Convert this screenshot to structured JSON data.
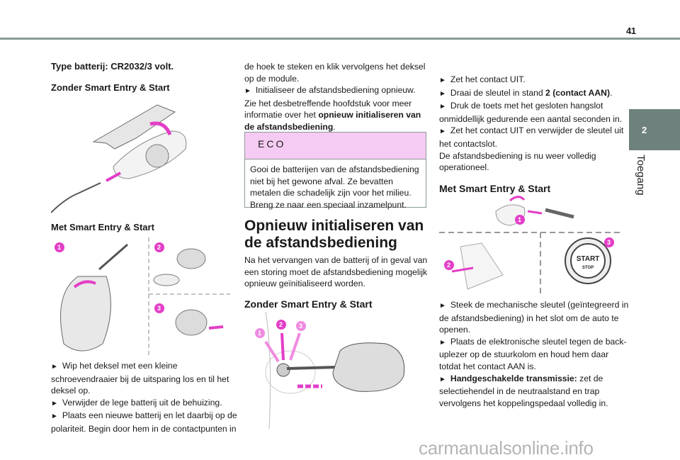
{
  "header": {
    "page_number": "41"
  },
  "side_tab": {
    "chapter_number": "2",
    "chapter_label": "Toegang"
  },
  "col1": {
    "battery_type": "Type batterij: CR2032/3 volt.",
    "heading_without": "Zonder Smart Entry & Start",
    "heading_with": "Met Smart Entry & Start",
    "steps": [
      "Wip het deksel met een kleine schroevendraaier bij de uitsparing los en til het deksel op.",
      "Verwijder de lege batterij uit de behuizing.",
      "Plaats een nieuwe batterij en let daarbij op de polariteit. Begin door hem in de contactpunten in"
    ],
    "figure_badges": [
      "1",
      "2",
      "3"
    ]
  },
  "col2": {
    "continued_text": "de hoek te steken en klik vervolgens het deksel op de module.",
    "step_reinit": "Initialiseer de afstandsbediening opnieuw.",
    "ref_text_pre": "Zie het desbetreffende hoofdstuk voor meer informatie over het ",
    "ref_text_bold": "opnieuw initialiseren van de afstandsbediening",
    "ref_text_post": ".",
    "eco": {
      "title": "ECO",
      "body": "Gooi de batterijen van de afstandsbediening niet bij het gewone afval. Ze bevatten metalen die schadelijk zijn voor het milieu. Breng ze naar een speciaal inzamelpunt."
    },
    "section_title": "Opnieuw initialiseren van de afstandsbediening",
    "section_intro": "Na het vervangen van de batterij of in geval van een storing moet de afstandsbediening mogelijk opnieuw geïnitialiseerd worden.",
    "subheading": "Zonder Smart Entry & Start",
    "figure_badges": [
      "1",
      "2",
      "3"
    ]
  },
  "col3": {
    "steps": [
      {
        "pre": "Zet het contact UIT.",
        "bold": "",
        "post": ""
      },
      {
        "pre": "Draai de sleutel in stand ",
        "bold": "2 (contact AAN)",
        "post": "."
      },
      {
        "pre": "Druk de toets met het gesloten hangslot onmiddellijk gedurende een aantal seconden in.",
        "bold": "",
        "post": ""
      },
      {
        "pre": "Zet het contact UIT en verwijder de sleutel uit het contactslot.",
        "bold": "",
        "post": ""
      }
    ],
    "conclusion": "De afstandsbediening is nu weer volledig operationeel.",
    "subheading": "Met Smart Entry & Start",
    "figure_badges": [
      "1",
      "2",
      "3"
    ],
    "start_button_label": "START",
    "stop_button_label": "STOP",
    "steps2": [
      {
        "bold": "",
        "text": "Steek de mechanische sleutel (geïntegreerd in de afstandsbediening) in het slot om de auto te openen."
      },
      {
        "bold": "",
        "text": "Plaats de elektronische sleutel tegen de back-uplezer op de stuurkolom en houd hem daar totdat het contact AAN is."
      },
      {
        "bold": "Handgeschakelde transmissie:",
        "text": " zet de selectiehendel in de neutraalstand en trap vervolgens het koppelingspedaal volledig in."
      }
    ]
  },
  "footer": {
    "watermark": "carmanualsonline.info"
  },
  "colors": {
    "accent_magenta": "#e33ec7",
    "eco_header": "#f6cbf3",
    "tab_grey": "#6f817d"
  }
}
